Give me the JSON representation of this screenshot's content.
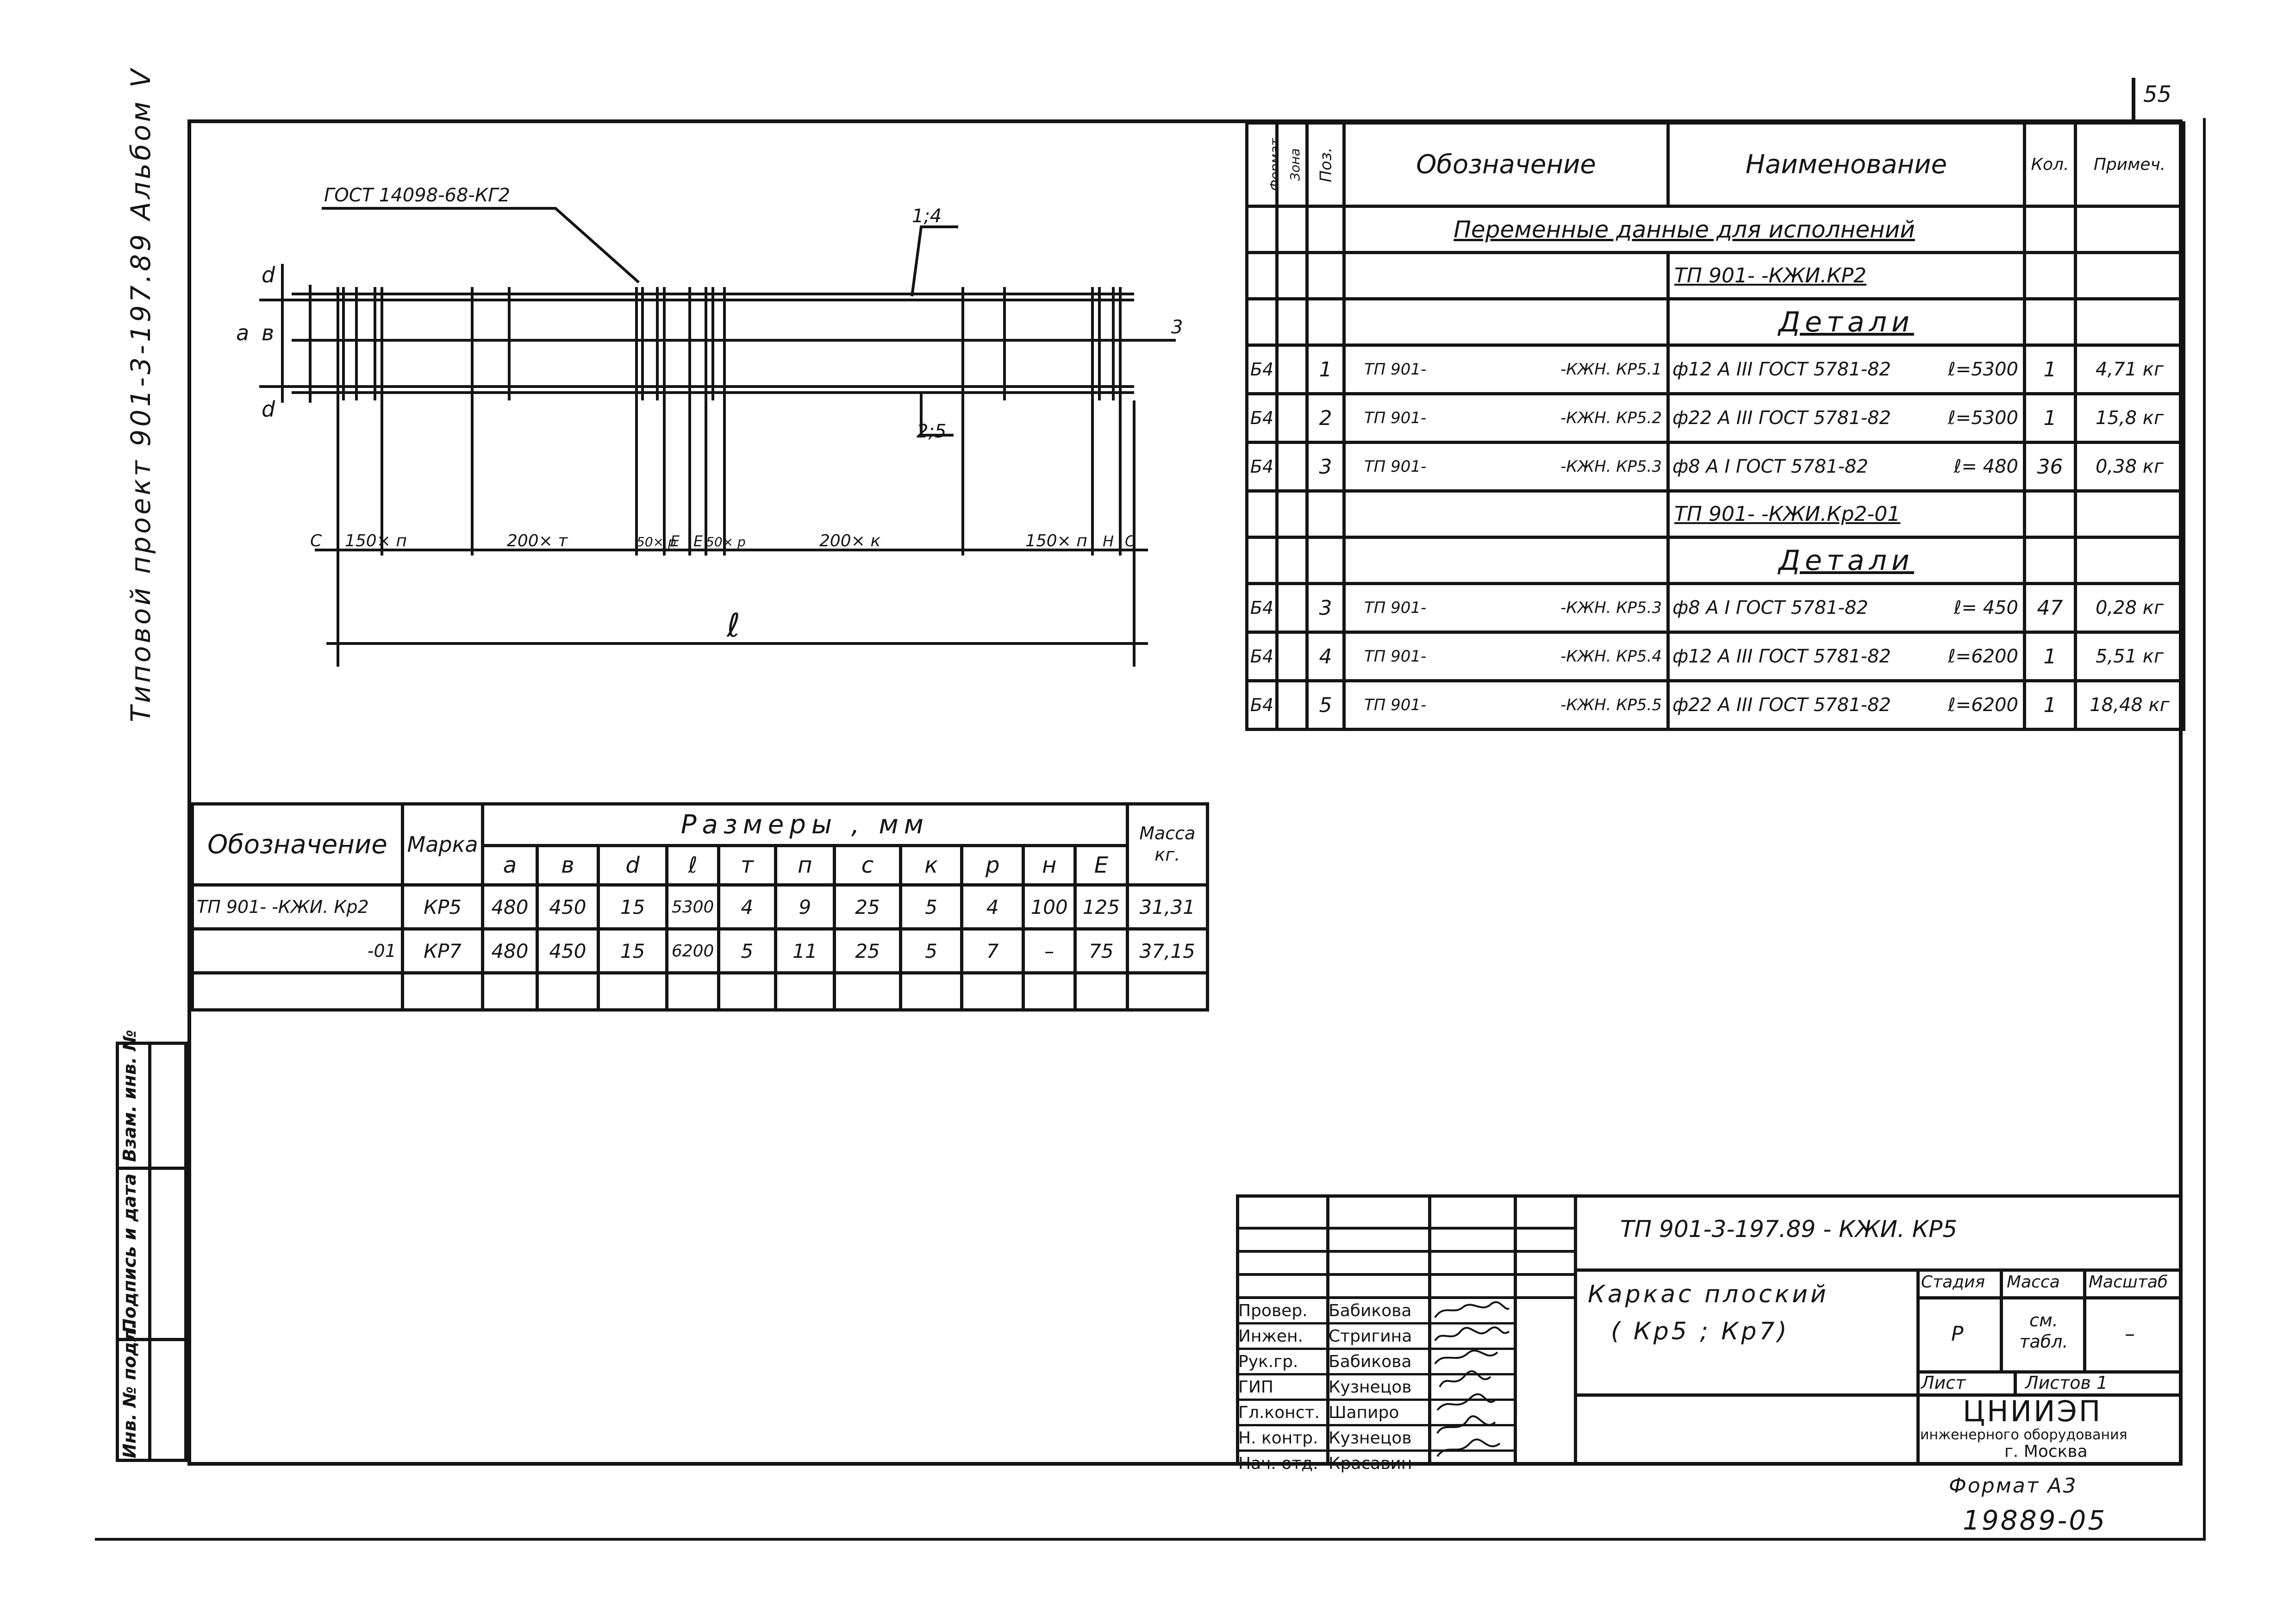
{
  "sheet_number": "55",
  "left_margin": {
    "project_label": "Типовой  проект 901-3-197.89 Альбом V",
    "side_cells": [
      "Инв. № подл.",
      "Подпись и дата",
      "Взам. инв. №"
    ]
  },
  "drawing": {
    "gost_note": "ГОСТ 14098-68-КГ2",
    "callout_1": "1;4",
    "callout_2": "2;5",
    "callout_3": "3",
    "dim_a": "а",
    "dim_b": "в",
    "dim_d_top": "d",
    "dim_d_bottom": "d",
    "spacing": [
      "С",
      "150× п",
      "200× т",
      "50× р",
      "Е",
      "Е",
      "50× р",
      "200× к",
      "150× п",
      "Н",
      "С"
    ],
    "length_label": "ℓ"
  },
  "spec": {
    "headers": {
      "format": "Формат",
      "zone": "Зона",
      "pos": "Поз.",
      "designation": "Обозначение",
      "name": "Наименование",
      "qty": "Кол.",
      "note": "Примеч."
    },
    "variable_data_title": "Переменные данные для исполнений",
    "exec_1": "ТП 901-          -КЖИ.КР2",
    "details_1": "Детали",
    "rows_1": [
      {
        "format": "Б4",
        "pos": "1",
        "designation_a": "ТП 901-",
        "designation_b": "-КЖН. КР5.1",
        "name": "ф12 А III ГОСТ 5781-82",
        "length": "ℓ=5300",
        "qty": "1",
        "note": "4,71 кг"
      },
      {
        "format": "Б4",
        "pos": "2",
        "designation_a": "ТП 901-",
        "designation_b": "-КЖН. КР5.2",
        "name": "ф22 А III ГОСТ 5781-82",
        "length": "ℓ=5300",
        "qty": "1",
        "note": "15,8 кг"
      },
      {
        "format": "Б4",
        "pos": "3",
        "designation_a": "ТП 901-",
        "designation_b": "-КЖН. КР5.3",
        "name": "ф8 А I ГОСТ 5781-82",
        "length": "ℓ= 480",
        "qty": "36",
        "note": "0,38 кг"
      }
    ],
    "exec_2": "ТП 901-          -КЖИ.Кр2-01",
    "details_2": "Детали",
    "rows_2": [
      {
        "format": "Б4",
        "pos": "3",
        "designation_a": "ТП 901-",
        "designation_b": "-КЖН. КР5.3",
        "name": "ф8 А I ГОСТ 5781-82",
        "length": "ℓ= 450",
        "qty": "47",
        "note": "0,28 кг"
      },
      {
        "format": "Б4",
        "pos": "4",
        "designation_a": "ТП 901-",
        "designation_b": "-КЖН. КР5.4",
        "name": "ф12 А III ГОСТ 5781-82",
        "length": "ℓ=6200",
        "qty": "1",
        "note": "5,51 кг"
      },
      {
        "format": "Б4",
        "pos": "5",
        "designation_a": "ТП 901-",
        "designation_b": "-КЖН. КР5.5",
        "name": "ф22 А III ГОСТ 5781-82",
        "length": "ℓ=6200",
        "qty": "1",
        "note": "18,48 кг"
      }
    ]
  },
  "dims_table": {
    "header_designation": "Обозначение",
    "header_mark": "Марка",
    "header_sizes": "Размеры , мм",
    "header_mass": "Масса кг.",
    "columns": [
      "а",
      "в",
      "d",
      "ℓ",
      "т",
      "п",
      "с",
      "к",
      "р",
      "н",
      "Е"
    ],
    "rows": [
      {
        "designation": "ТП 901-     -КЖИ. Кр2",
        "mark": "КР5",
        "values": [
          "480",
          "450",
          "15",
          "5300",
          "4",
          "9",
          "25",
          "5",
          "4",
          "100",
          "125"
        ],
        "mass": "31,31"
      },
      {
        "designation": "-01",
        "mark": "КР7",
        "values": [
          "480",
          "450",
          "15",
          "6200",
          "5",
          "11",
          "25",
          "5",
          "7",
          "–",
          "75"
        ],
        "mass": "37,15"
      }
    ]
  },
  "title_block": {
    "code": "ТП 901-3-197.89        - КЖИ. КР5",
    "title_line1": "Каркас  плоский",
    "title_line2": "( Кр5 ;  Кр7)",
    "stage_header": "Стадия",
    "mass_header": "Масса",
    "scale_header": "Масштаб",
    "stage_value": "Р",
    "mass_value": "см. табл.",
    "scale_value": "–",
    "sheet_label": "Лист",
    "sheets_label": "Листов 1",
    "org_line1": "ЦНИИЭП",
    "org_line2": "инженерного оборудования",
    "org_line3": "г. Москва",
    "people": [
      {
        "role": "Провер.",
        "name": "Бабикова"
      },
      {
        "role": "Инжен.",
        "name": "Стригина"
      },
      {
        "role": "Рук.гр.",
        "name": "Бабикова"
      },
      {
        "role": "ГИП",
        "name": "Кузнецов"
      },
      {
        "role": "Гл.конст.",
        "name": "Шапиро"
      },
      {
        "role": "Н. контр.",
        "name": "Кузнецов"
      },
      {
        "role": "Нач. отд.",
        "name": "Красавин"
      }
    ]
  },
  "format_label": "Формат А3",
  "archive_number": "19889-05"
}
